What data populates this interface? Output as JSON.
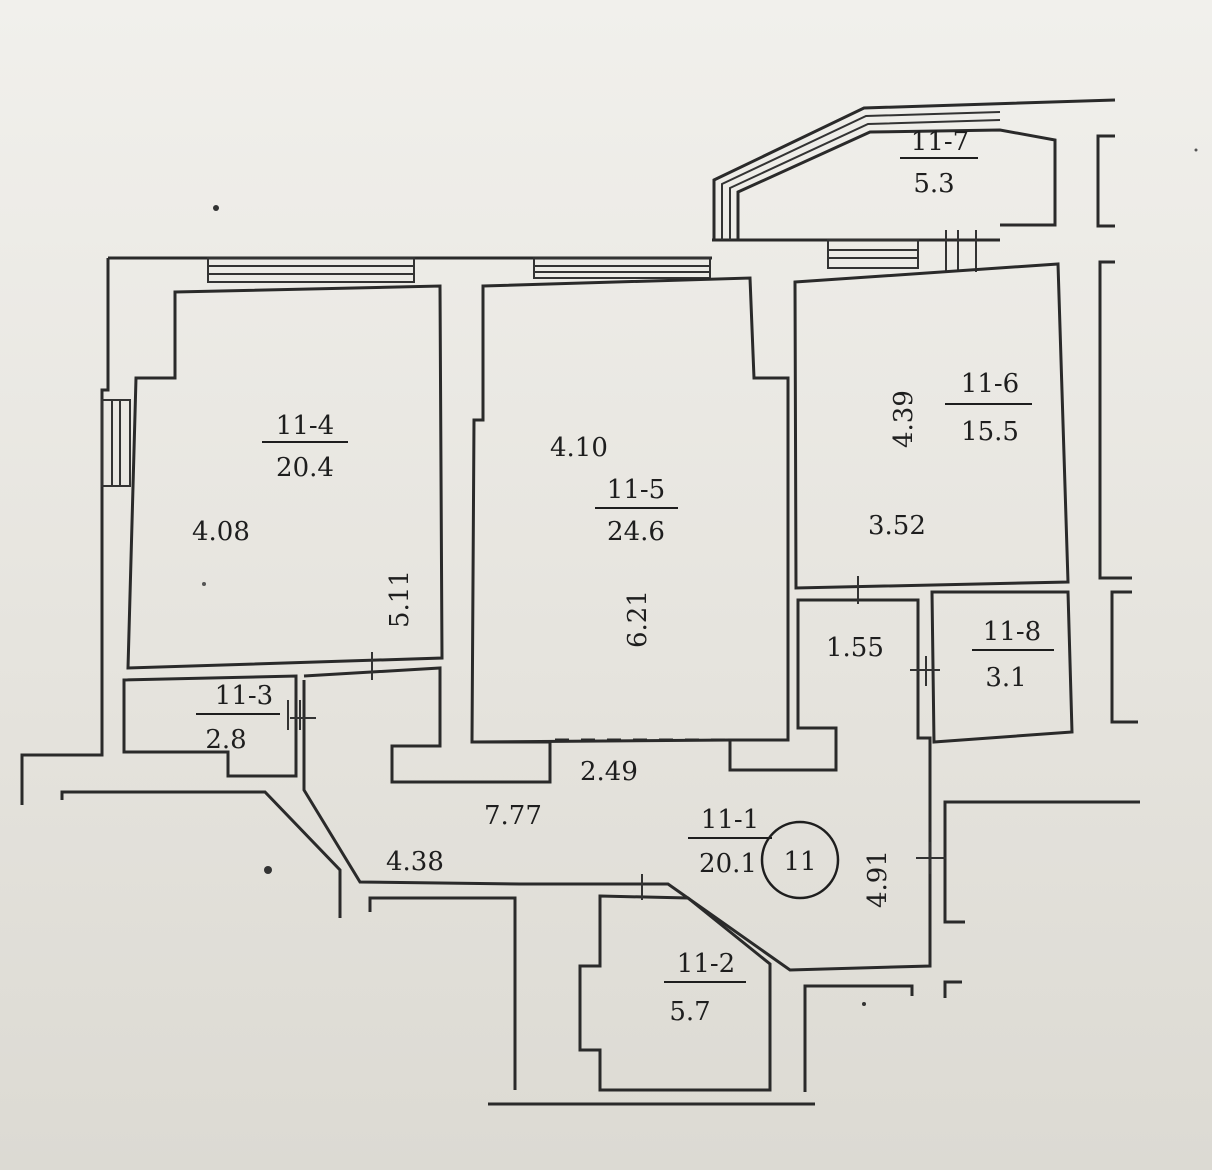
{
  "rooms": [
    {
      "id": "11-4",
      "code": "11-4",
      "area": "20.4"
    },
    {
      "id": "11-5",
      "code": "11-5",
      "area": "24.6"
    },
    {
      "id": "11-6",
      "code": "11-6",
      "area": "15.5"
    },
    {
      "id": "11-7",
      "code": "11-7",
      "area": "5.3"
    },
    {
      "id": "11-8",
      "code": "11-8",
      "area": "3.1"
    },
    {
      "id": "11-3",
      "code": "11-3",
      "area": "2.8"
    },
    {
      "id": "11-1",
      "code": "11-1",
      "area": "20.1"
    },
    {
      "id": "11-2",
      "code": "11-2",
      "area": "5.7"
    }
  ],
  "dimensions": [
    "4.08",
    "5.11",
    "4.10",
    "6.21",
    "4.39",
    "3.52",
    "1.55",
    "2.49",
    "7.77",
    "4.38",
    "4.91"
  ],
  "apartment_marker": "11"
}
